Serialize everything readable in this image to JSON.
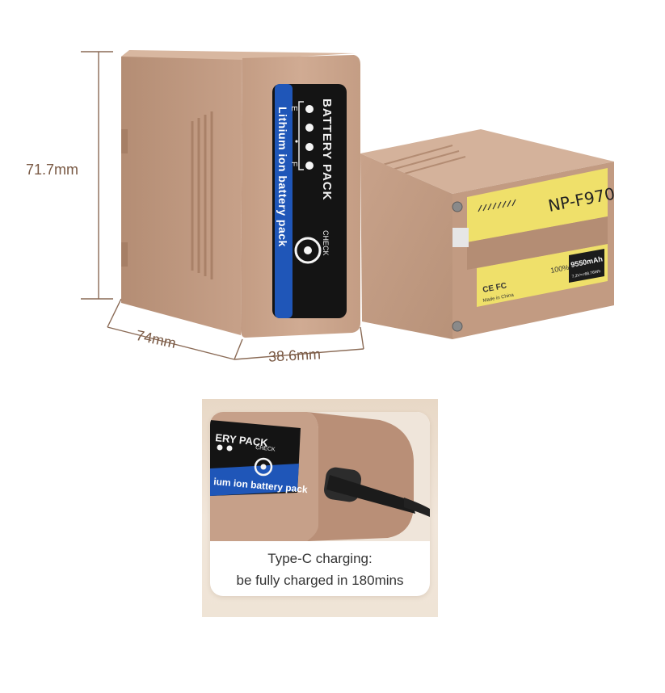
{
  "dimensions": {
    "height_label": "71.7mm",
    "width_label": "74mm",
    "depth_label": "38.6mm"
  },
  "front_label": {
    "title": "BATTERY PACK",
    "subtitle": "Lithium ion battery pack",
    "indicator_e": "E",
    "indicator_f": "F",
    "check_label": "CHECK"
  },
  "side_label": {
    "model": "NP-F970",
    "capacity": "9550mAh",
    "spec": "7.2V==68.76Wh",
    "origin": "Made in China",
    "percent": "100%"
  },
  "inset": {
    "label_title": "ERY PACK",
    "label_subtitle": "ium ion battery pack",
    "check_label": "CHECK",
    "caption_line1": "Type-C charging:",
    "caption_line2": "be fully charged in 180mins"
  },
  "colors": {
    "shell": "#c9a48c",
    "shell_dark": "#b48e76",
    "label_black": "#141414",
    "label_blue": "#1f56b8",
    "label_yellow": "#efe06a",
    "dimension_line": "#8a6a55"
  }
}
